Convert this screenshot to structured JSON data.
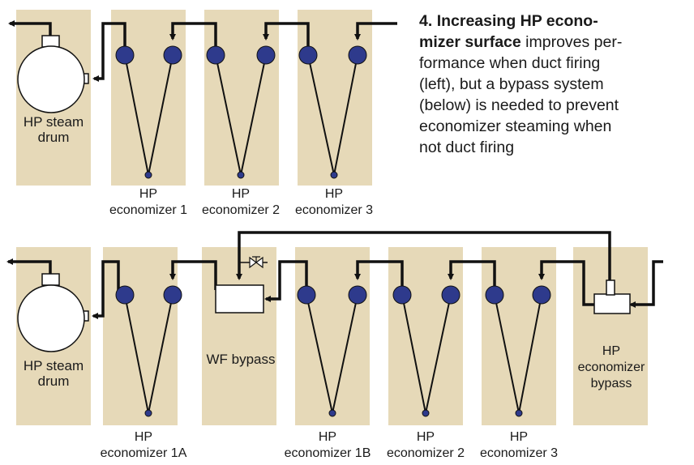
{
  "caption": {
    "number": "4.",
    "bold_line1": "Increasing HP econo-",
    "bold_line2": "mizer surface",
    "rest_line2": "improves per-",
    "line3": "formance when duct firing",
    "line4": "(left), but a bypass system",
    "line5": "(below) is needed to prevent",
    "line6": "economizer steaming when",
    "line7": "not duct firing"
  },
  "top": {
    "drum": {
      "line1": "HP steam",
      "line2": "drum"
    },
    "economizers": [
      {
        "line1": "HP",
        "line2": "economizer 1"
      },
      {
        "line1": "HP",
        "line2": "economizer 2"
      },
      {
        "line1": "HP",
        "line2": "economizer 3"
      }
    ]
  },
  "bottom": {
    "drum": {
      "line1": "HP steam",
      "line2": "drum"
    },
    "wf_bypass": "WF bypass",
    "economizers": [
      {
        "line1": "HP",
        "line2": "economizer 1A"
      },
      {
        "line1": "HP",
        "line2": "economizer 1B"
      },
      {
        "line1": "HP",
        "line2": "economizer 2"
      },
      {
        "line1": "HP",
        "line2": "economizer 3"
      }
    ],
    "hp_bypass": {
      "line1": "HP",
      "line2": "economizer",
      "line3": "bypass"
    }
  },
  "colors": {
    "panel": "#e6d9b8",
    "header": "#2e3a8c",
    "pipe": "#111111"
  }
}
